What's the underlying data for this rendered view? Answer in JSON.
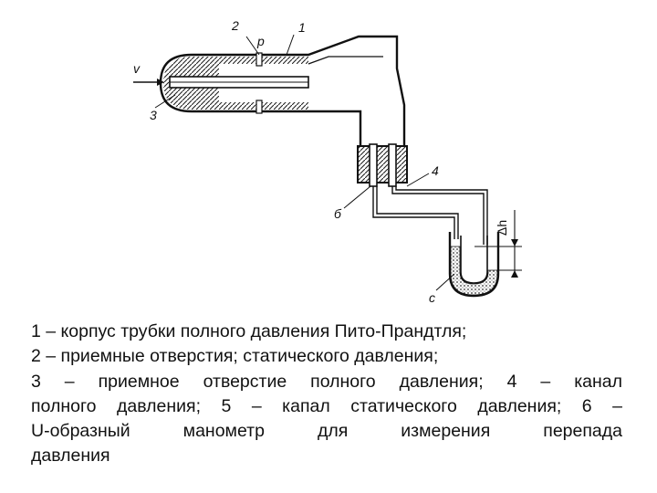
{
  "diagram": {
    "labels": {
      "l1": "1",
      "l2": "2",
      "lp": "p",
      "lv": "v",
      "l3": "3",
      "l4": "4",
      "l5": "б",
      "l6": "c",
      "ldh": "Δh"
    }
  },
  "caption": {
    "line1": "1 – корпус трубки полного давления Пито-Прандтля;",
    "line2": "2 – приемные отверстия; статического давления;",
    "line3": "3 – приемное отверстие полного давления; 4 – канал",
    "line4": "полного давления; 5 – капал статического давления; 6 –",
    "line5": "U-образный манометр для измерения перепада",
    "line6": "давления"
  }
}
